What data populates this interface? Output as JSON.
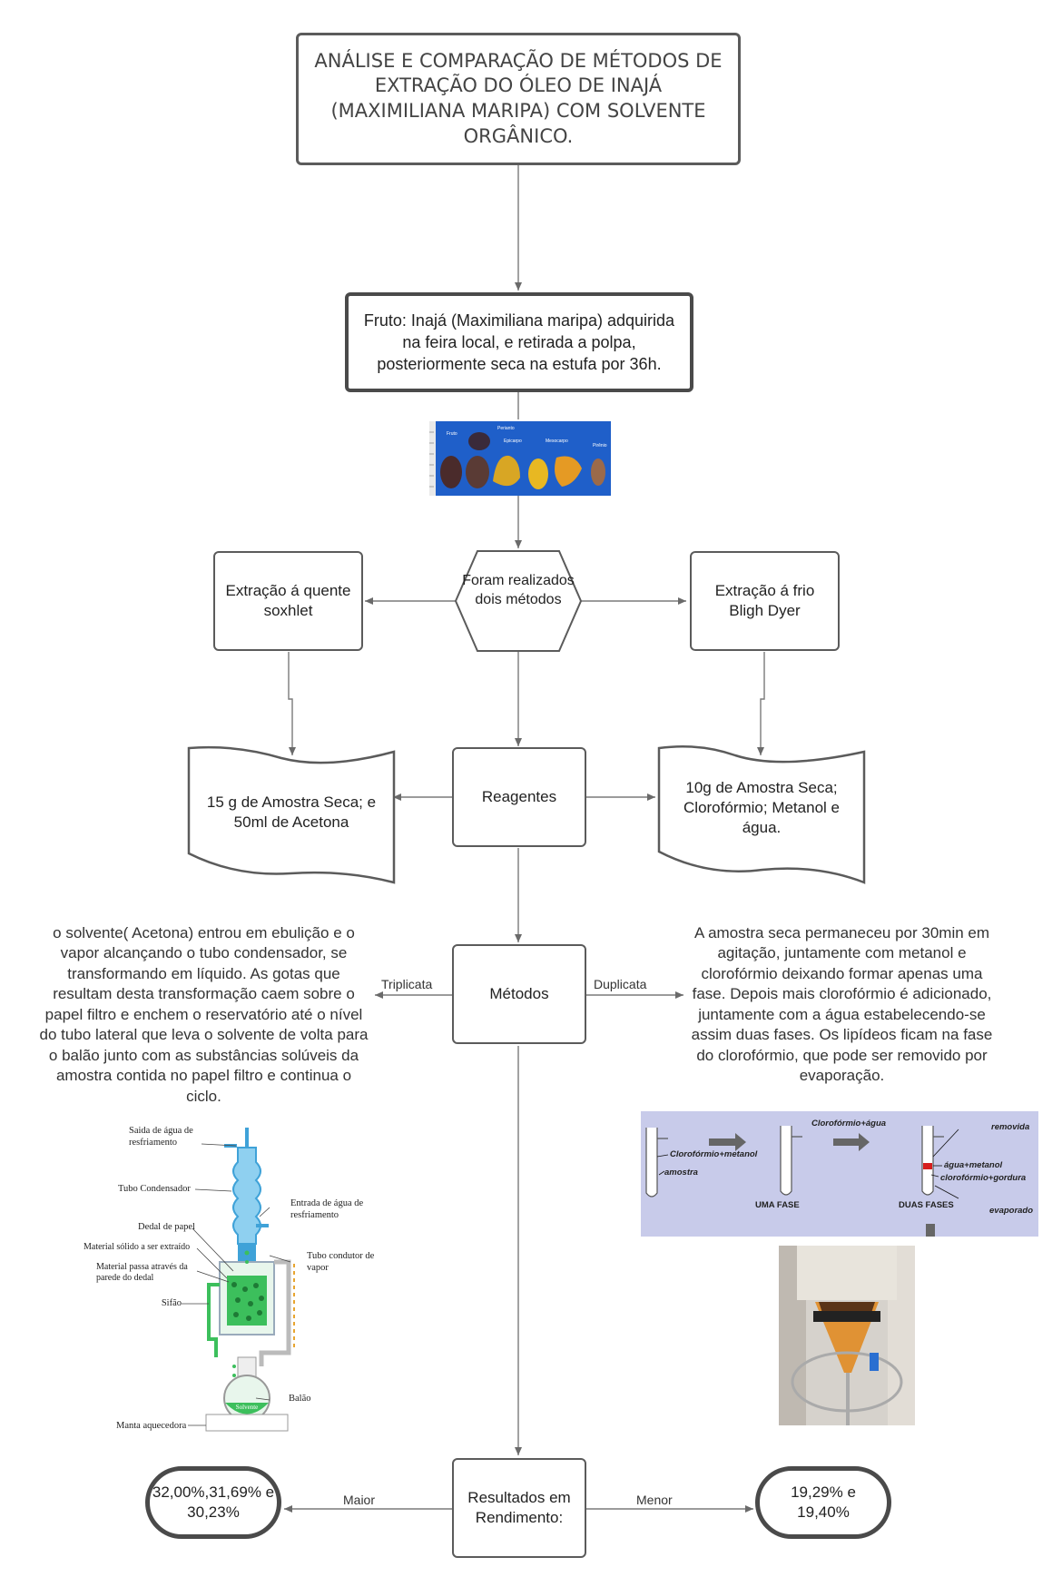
{
  "title": "ANÁLISE E COMPARAÇÃO DE MÉTODOS DE EXTRAÇÃO DO ÓLEO DE INAJÁ (MAXIMILIANA MARIPA) COM SOLVENTE ORGÂNICO.",
  "fruit": "Fruto: Inajá (Maximiliana maripa) adquirida na feira local, e retirada a polpa, posteriormente seca na estufa por 36h.",
  "fruit_photo_labels": [
    "Fruto",
    "Perianto",
    "Epicarpo",
    "Mesocarpo",
    "Pirênio"
  ],
  "methods_hex": "Foram realizados dois métodos",
  "hot_extraction": "Extração á quente soxhlet",
  "cold_extraction": "Extração á frio Bligh Dyer",
  "reagents": "Reagentes",
  "reagents_hot": "15 g de Amostra Seca; e 50ml de Acetona",
  "reagents_cold": "10g de Amostra Seca; Clorofórmio; Metanol e água.",
  "methods": "Métodos",
  "triplicate": "Triplicata",
  "duplicate": "Duplicata",
  "soxhlet_text": "o solvente( Acetona) entrou em ebulição e o vapor alcançando o tubo  condensador, se transformando em líquido. As gotas que resultam desta transformação caem sobre o papel filtro e enchem o reservatório até o nível do tubo lateral que leva o solvente de volta para o balão junto com as substâncias solúveis da amostra contida no papel filtro e continua o ciclo.",
  "bligh_text": "A amostra seca permaneceu por 30min em agitação, juntamente com metanol e clorofórmio deixando formar apenas uma fase. Depois mais clorofórmio é adicionado, juntamente com a água estabelecendo-se assim duas fases. Os lipídeos ficam na fase do clorofórmio, que pode ser removido por evaporação.",
  "soxhlet_diagram": {
    "saida": "Saida de água de resfriamento",
    "condensador": "Tubo Condensador",
    "entrada": "Entrada de água de resfriamento",
    "dedal": "Dedal de papel",
    "material_solido": "Material sólido a ser extraído",
    "material_passa": "Material passa através da parede do dedal",
    "sifao": "Sifão",
    "tubo_vapor": "Tubo condutor de vapor",
    "solvente": "Solvente",
    "balao": "Balão",
    "manta": "Manta aquecedora"
  },
  "bligh_diagram": {
    "cloro_metanol": "Clorofórmio+metanol",
    "amostra": "amostra",
    "uma_fase": "UMA FASE",
    "cloro_agua": "Clorofórmio+água",
    "removida": "removida",
    "agua_metanol": "água+metanol",
    "cloro_gordura": "clorofórmio+gordura",
    "duas_fases": "DUAS FASES",
    "evaporado": "evaporado"
  },
  "results": "Resultados em Rendimento:",
  "greater": "Maior",
  "lesser": "Menor",
  "result_hot": "32,00%,31,69% e 30,23%",
  "result_cold": "19,29% e 19,40%",
  "colors": {
    "border": "#5b5b5b",
    "line": "#7a7a7a",
    "photo_blue": "#1f5fc9",
    "diagram_bg": "#c8cbea",
    "soxhlet_blue": "#3fa2d8",
    "soxhlet_green": "#3cbf5c",
    "red_phase": "#d61e1e"
  }
}
